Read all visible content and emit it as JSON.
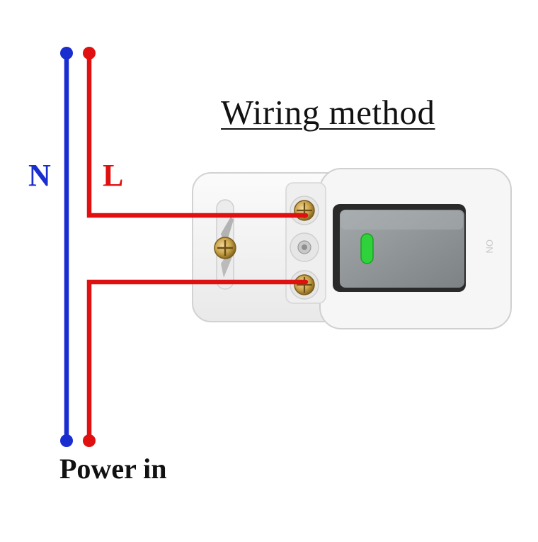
{
  "diagram": {
    "title": "Wiring method",
    "neutral_label": "N",
    "live_label": "L",
    "power_label": "Power in",
    "switch_side_text": "ON"
  },
  "colors": {
    "neutral_wire": "#1a2ed0",
    "live_wire": "#e01010",
    "switch_body": "#f4f4f4",
    "rocker": "#8e9496",
    "indicator": "#2fd23a",
    "terminal_screw": "#c9a24a"
  },
  "icons": {
    "rocker_switch": "rocker-switch-icon",
    "terminal_screw": "screw-icon"
  }
}
